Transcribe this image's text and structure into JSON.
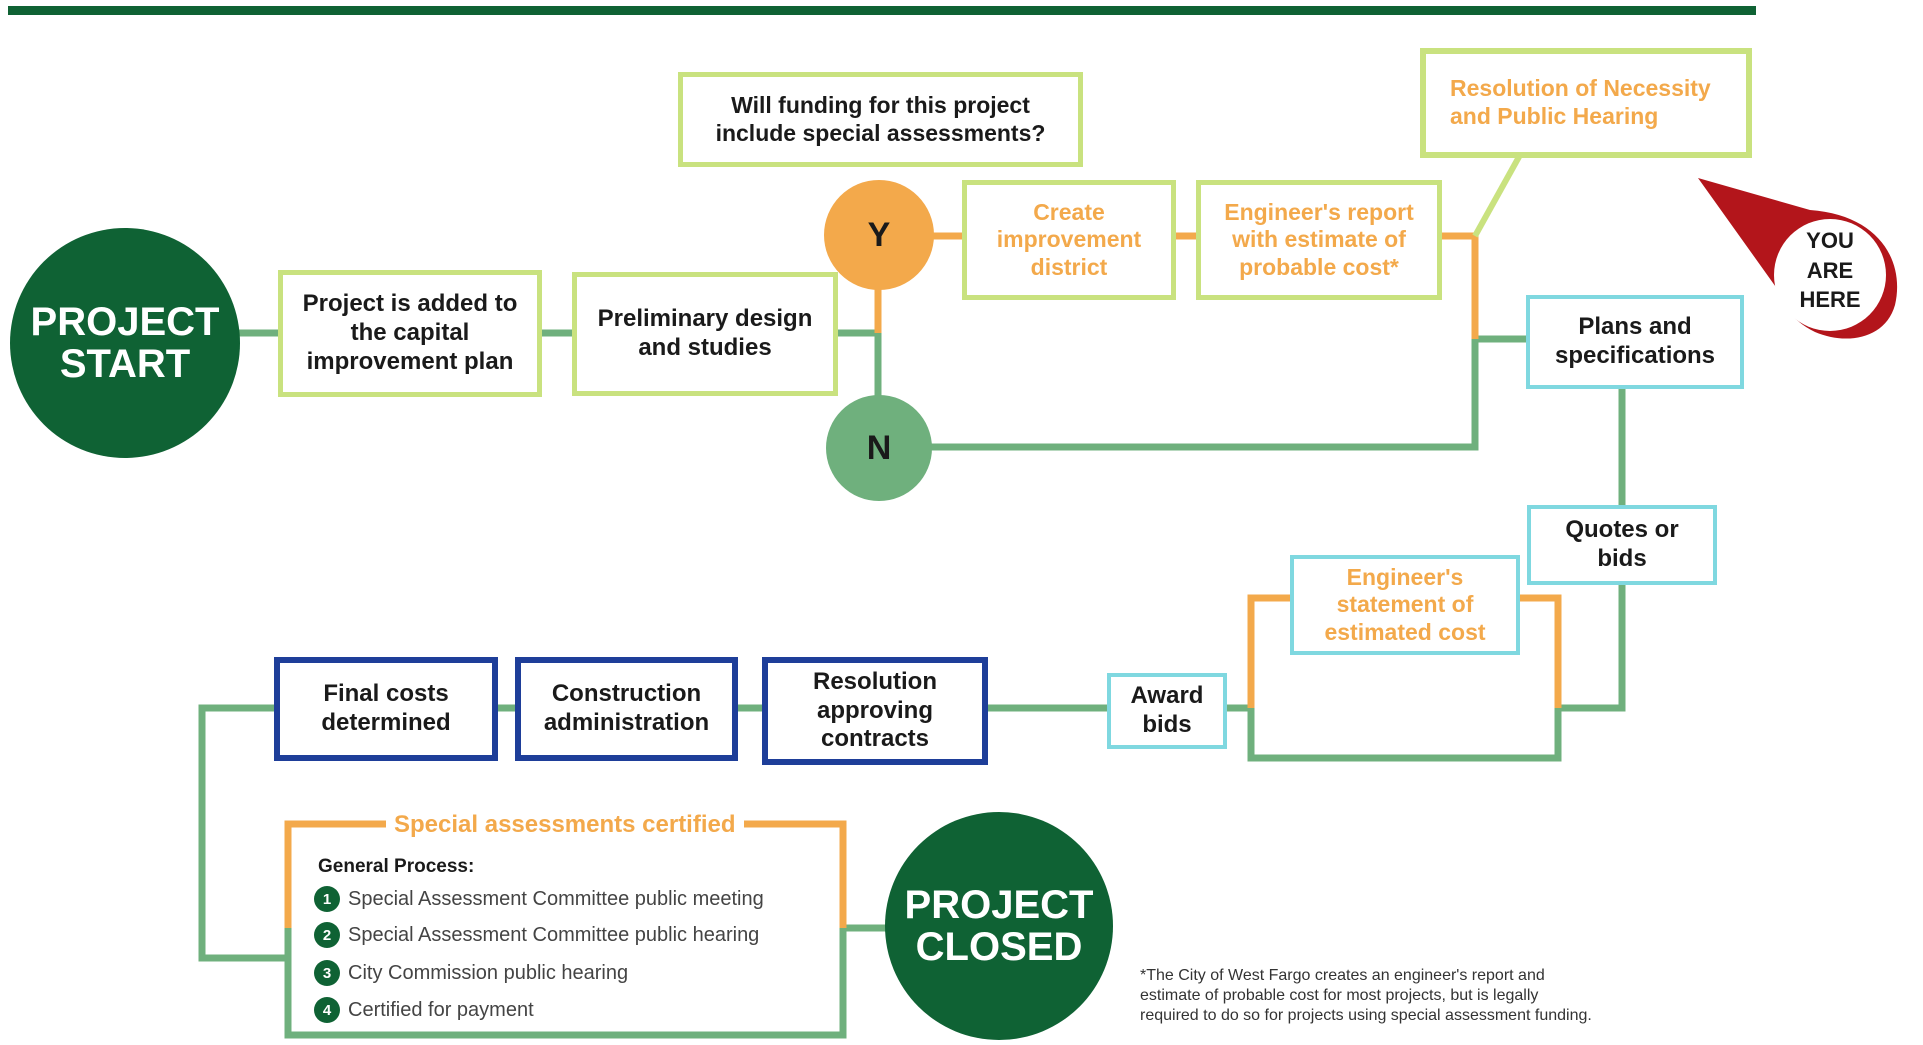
{
  "colors": {
    "dark_green": "#0f6234",
    "lime": "#c9e27f",
    "orange": "#f3a94b",
    "cyan": "#7fd8e0",
    "navy": "#1e3e99",
    "line_green": "#6fb07d",
    "pin_red": "#b3151b"
  },
  "start": {
    "line1": "PROJECT",
    "line2": "START"
  },
  "closed": {
    "line1": "PROJECT",
    "line2": "CLOSED"
  },
  "question": {
    "line1": "Will funding for this project",
    "line2": "include special assessments?"
  },
  "decision": {
    "yes": "Y",
    "no": "N"
  },
  "steps": {
    "capital_plan": [
      "Project is added to",
      "the capital",
      "improvement plan"
    ],
    "preliminary": [
      "Preliminary design",
      "and studies"
    ],
    "improvement_district": [
      "Create",
      "improvement",
      "district"
    ],
    "engineer_report": [
      "Engineer's report",
      "with estimate of",
      "probable cost*"
    ],
    "resolution_necessity": [
      "Resolution of Necessity",
      "and Public Hearing"
    ],
    "plans_specs": [
      "Plans and",
      "specifications"
    ],
    "quotes_bids": [
      "Quotes or",
      "bids"
    ],
    "engineer_statement": [
      "Engineer's",
      "statement of",
      "estimated cost"
    ],
    "award_bids": [
      "Award",
      "bids"
    ],
    "resolution_contracts": [
      "Resolution",
      "approving",
      "contracts"
    ],
    "construction_admin": [
      "Construction",
      "administration"
    ],
    "final_costs": [
      "Final costs",
      "determined"
    ]
  },
  "special_assessments": {
    "title": "Special assessments certified",
    "label": "General Process:",
    "items": [
      {
        "num": "1",
        "text": "Special Assessment Committee public meeting"
      },
      {
        "num": "2",
        "text": "Special Assessment Committee public hearing"
      },
      {
        "num": "3",
        "text": "City Commission public hearing"
      },
      {
        "num": "4",
        "text": "Certified for payment"
      }
    ]
  },
  "you_are_here": [
    "YOU",
    "ARE",
    "HERE"
  ],
  "footnote": [
    "*The City of West Fargo creates an engineer's report and",
    "estimate of probable cost for most projects, but is legally",
    "required to do so for projects using special assessment funding."
  ]
}
